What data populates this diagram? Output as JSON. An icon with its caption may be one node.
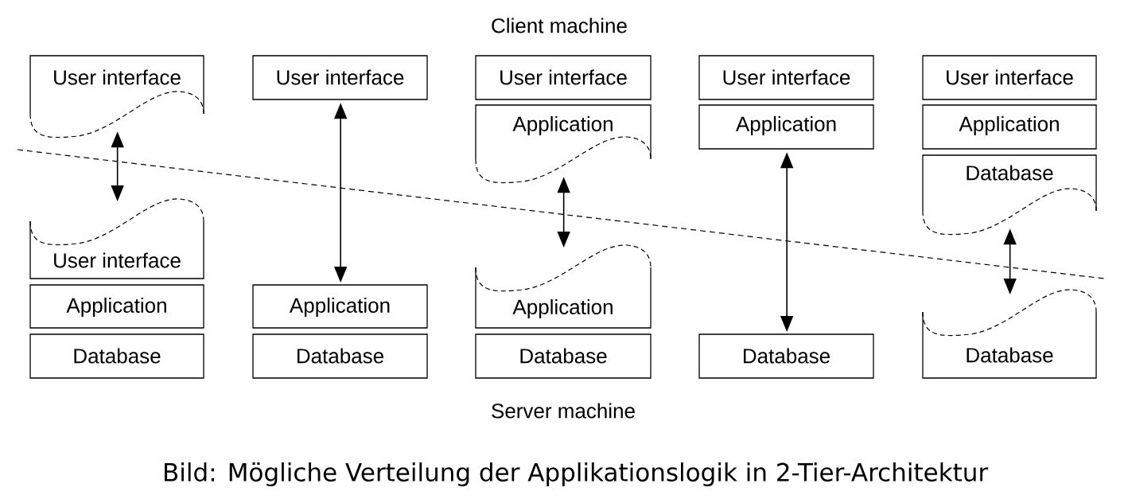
{
  "diagram": {
    "caption": "Bild: Mögliche Verteilung der Applikationslogik in 2-Tier-Architektur",
    "nodes": [
      {
        "text": [
          "User interface"
        ]
      },
      {
        "text": [
          "User interface"
        ]
      },
      {
        "text": [
          "Application"
        ]
      },
      {
        "text": [
          "Database"
        ]
      },
      {
        "text": [
          "User interface"
        ]
      },
      {
        "text": [
          "Application"
        ]
      },
      {
        "text": [
          "Database"
        ]
      },
      {
        "text": [
          "User interface"
        ]
      },
      {
        "text": [
          "Application"
        ]
      },
      {
        "text": [
          "Application"
        ]
      },
      {
        "text": [
          "Database"
        ]
      },
      {
        "text": [
          "User interface"
        ]
      },
      {
        "text": [
          "Application"
        ]
      },
      {
        "text": [
          "Database"
        ]
      },
      {
        "text": [
          "User interface"
        ]
      },
      {
        "text": [
          "Application"
        ]
      },
      {
        "text": [
          "Database"
        ]
      },
      {
        "text": [
          "Database"
        ]
      }
    ],
    "edges": [
      {
        "from": 0,
        "to": 1,
        "arrow": "both"
      },
      {
        "from": 4,
        "to": 5,
        "arrow": "both"
      },
      {
        "from": 8,
        "to": 9,
        "arrow": "both"
      },
      {
        "from": 12,
        "to": 13,
        "arrow": "both"
      },
      {
        "from": 16,
        "to": 17,
        "arrow": "both"
      }
    ],
    "labels": [
      "Client machine",
      "Server machine"
    ]
  }
}
